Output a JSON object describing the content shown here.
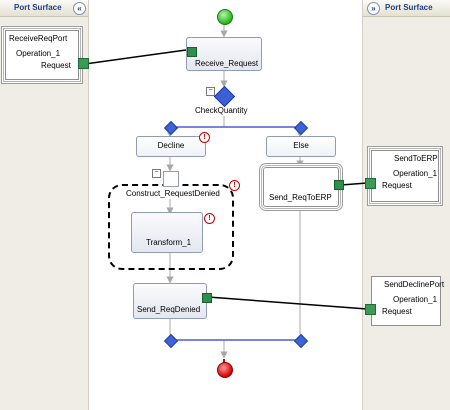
{
  "left_surface": {
    "title": "Port Surface",
    "collapse_icon": "double-chevron-left-icon"
  },
  "right_surface": {
    "title": "Port Surface",
    "collapse_icon": "double-chevron-right-icon"
  },
  "ports": {
    "receive": {
      "name": "ReceiveReqPort",
      "operation": "Operation_1",
      "message": "Request"
    },
    "send_erp": {
      "name": "SendToERP",
      "operation": "Operation_1",
      "message": "Request"
    },
    "send_decline": {
      "name": "SendDeclinePort",
      "operation": "Operation_1",
      "message": "Request"
    }
  },
  "shapes": {
    "receive_request": "Receive_Request",
    "check_quantity": "CheckQuantity",
    "decline": "Decline",
    "else": "Else",
    "construct": "Construct_RequestDenied",
    "transform": "Transform_1",
    "send_req_to_erp": "Send_ReqToERP",
    "send_req_denied": "Send_ReqDenied"
  },
  "icons": {
    "error": "!",
    "collapse": "−"
  },
  "colors": {
    "surface": "#efede5",
    "connector": "#b8b8b8",
    "branch_bar": "#4a5fd1",
    "start": "#26b51b",
    "end": "#d40000",
    "message_port": "#3a9a56"
  }
}
